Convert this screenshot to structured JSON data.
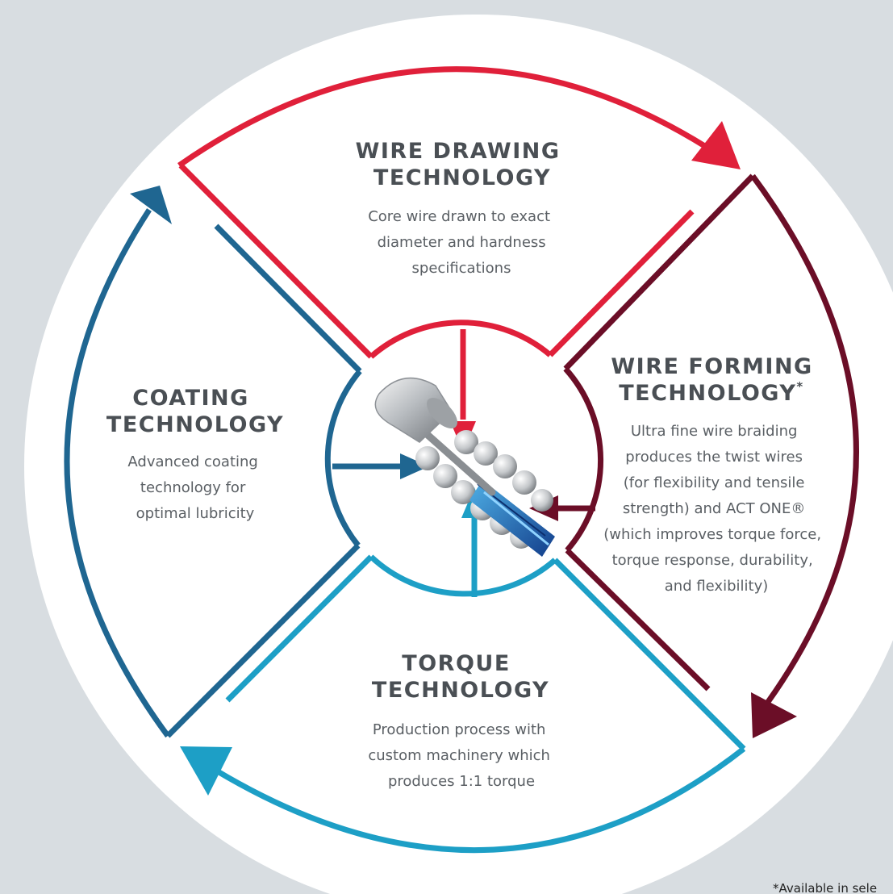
{
  "colors": {
    "background": "#d8dde1",
    "circle": "#ffffff",
    "wire_drawing": "#e0203a",
    "wire_forming": "#6b0e27",
    "torque": "#1d9fc6",
    "coating": "#1f6691",
    "title_text": "#4a4f54",
    "body_text": "#5a5f64"
  },
  "sections": {
    "wire_drawing": {
      "title": [
        "WIRE DRAWING",
        "TECHNOLOGY"
      ],
      "description": [
        "Core wire drawn to exact",
        "diameter and hardness",
        "specifications"
      ]
    },
    "wire_forming": {
      "title": [
        "WIRE FORMING",
        "TECHNOLOGY"
      ],
      "title_marker": "*",
      "description": [
        "Ultra fine wire braiding",
        "produces the twist wires",
        "(for flexibility and tensile",
        "strength) and ACT ONE®",
        "(which improves torque force,",
        "torque response, durability,",
        "and flexibility)"
      ]
    },
    "torque": {
      "title": [
        "TORQUE",
        "TECHNOLOGY"
      ],
      "description": [
        "Production process with",
        "custom machinery which",
        "produces 1:1 torque"
      ]
    },
    "coating": {
      "title": [
        "COATING",
        "TECHNOLOGY"
      ],
      "description": [
        "Advanced coating",
        "technology for",
        "optimal lubricity"
      ]
    }
  },
  "center_image": {
    "icon": "guidewire-tip-icon"
  },
  "footnote": "*Available in sele"
}
